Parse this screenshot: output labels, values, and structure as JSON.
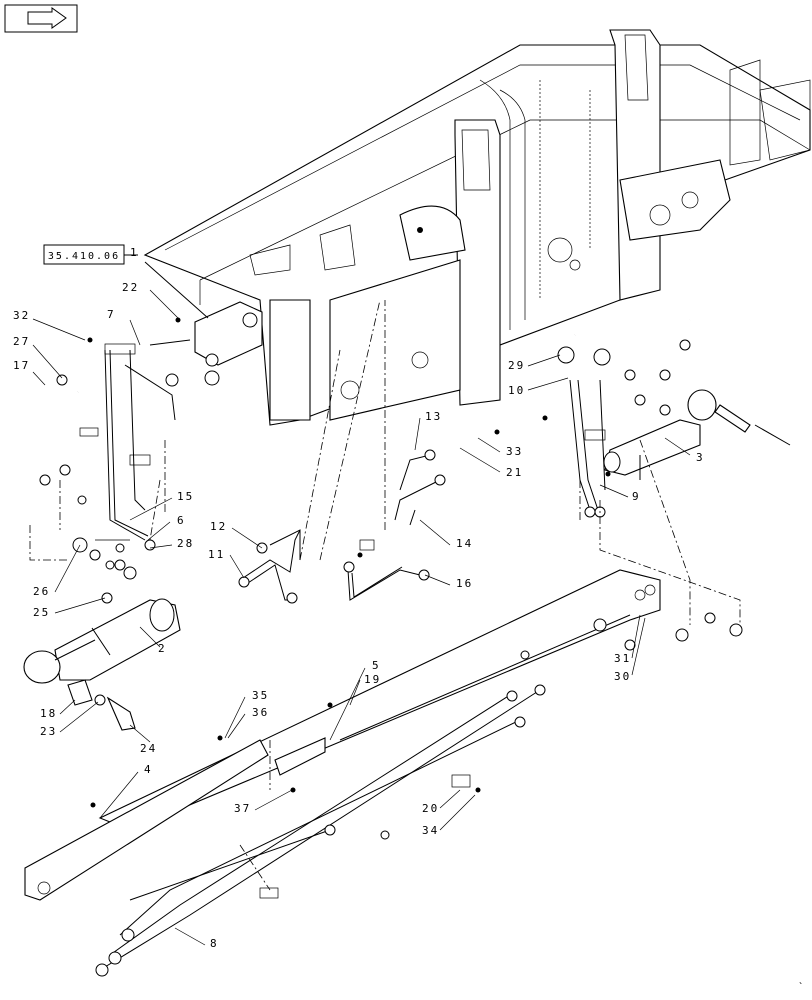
{
  "nav_icon": "book-arrow-icon",
  "reference_box": "35.410.06",
  "callouts": [
    "1",
    "2",
    "3",
    "4",
    "5",
    "6",
    "7",
    "8",
    "9",
    "10",
    "11",
    "12",
    "13",
    "14",
    "15",
    "16",
    "17",
    "18",
    "19",
    "20",
    "21",
    "22",
    "23",
    "24",
    "25",
    "26",
    "27",
    "28",
    "29",
    "30",
    "31",
    "32",
    "33",
    "34",
    "35",
    "36",
    "37"
  ]
}
